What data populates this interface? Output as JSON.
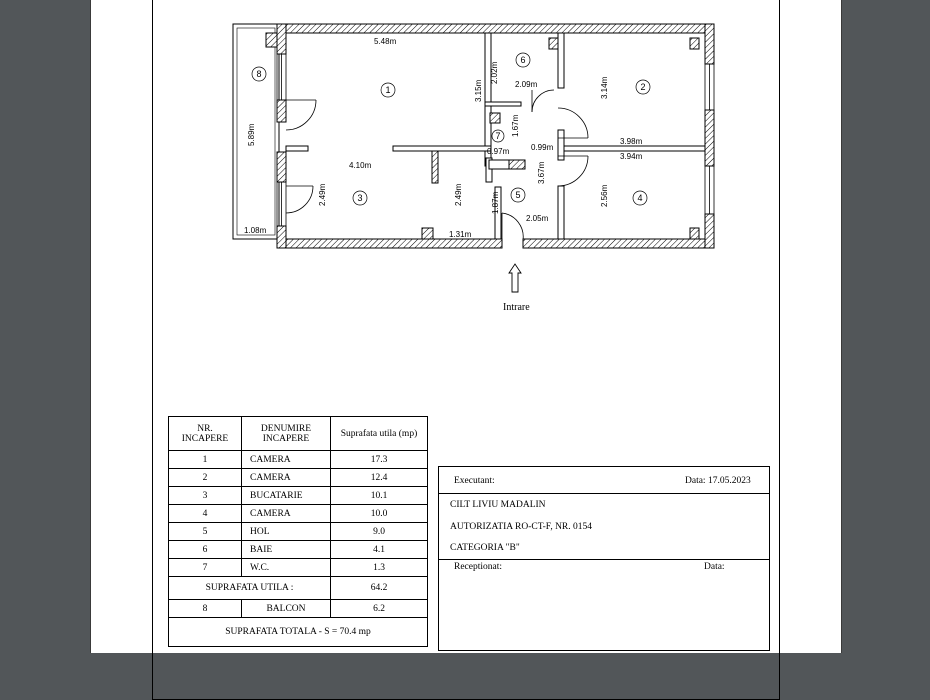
{
  "plan": {
    "entry_label": "Intrare",
    "rooms": [
      {
        "num": "1"
      },
      {
        "num": "2"
      },
      {
        "num": "3"
      },
      {
        "num": "4"
      },
      {
        "num": "5"
      },
      {
        "num": "6"
      },
      {
        "num": "7"
      },
      {
        "num": "8"
      }
    ],
    "dims": {
      "d548": "5.48m",
      "d589": "5.89m",
      "d410": "4.10m",
      "d249a": "2.49m",
      "d249b": "2.49m",
      "d108": "1.08m",
      "d131": "1.31m",
      "d187": "1.87m",
      "d315": "3.15m",
      "d202": "2.02m",
      "d209": "2.09m",
      "d167": "1.67m",
      "d097": "0.97m",
      "d099": "0.99m",
      "d367": "3.67m",
      "d205": "2.05m",
      "d314": "3.14m",
      "d398": "3.98m",
      "d394": "3.94m",
      "d256": "2.56m"
    }
  },
  "rooms_table": {
    "headers": [
      "NR. INCAPERE",
      "DENUMIRE INCAPERE",
      "Suprafata utila (mp)"
    ],
    "rows": [
      {
        "nr": "1",
        "name": "CAMERA",
        "area": "17.3"
      },
      {
        "nr": "2",
        "name": "CAMERA",
        "area": "12.4"
      },
      {
        "nr": "3",
        "name": "BUCATARIE",
        "area": "10.1"
      },
      {
        "nr": "4",
        "name": "CAMERA",
        "area": "10.0"
      },
      {
        "nr": "5",
        "name": "HOL",
        "area": "9.0"
      },
      {
        "nr": "6",
        "name": "BAIE",
        "area": "4.1"
      },
      {
        "nr": "7",
        "name": "W.C.",
        "area": "1.3"
      }
    ],
    "useful_label": "SUPRAFATA UTILA :",
    "useful_value": "64.2",
    "balcony": {
      "nr": "8",
      "name": "BALCON",
      "area": "6.2"
    },
    "total": "SUPRAFATA TOTALA - S = 70.4 mp"
  },
  "executant": {
    "label": "Executant:",
    "date": "Data: 17.05.2023",
    "name": "CILT LIVIU MADALIN",
    "authorization": "AUTORIZATIA RO-CT-F, NR. 0154",
    "category": "CATEGORIA \"B\"",
    "receiver_label": "Receptionat:",
    "receiver_date_label": "Data:"
  }
}
